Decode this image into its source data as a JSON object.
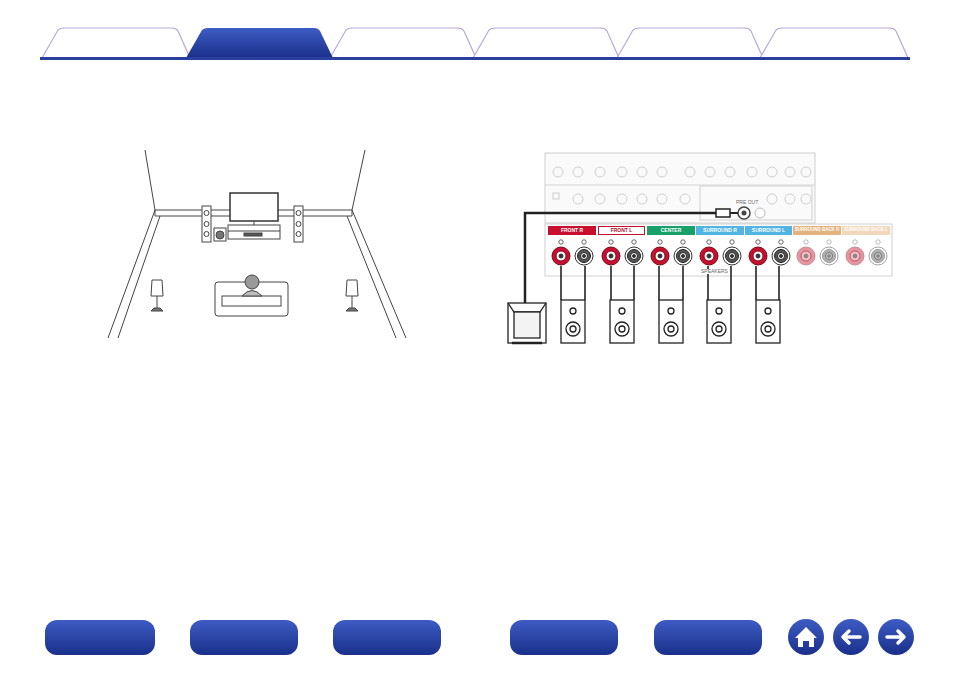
{
  "diagram": {
    "nodes": [
      {
        "text": [
          "FRONT R"
        ]
      },
      {
        "text": [
          "FRONT L"
        ]
      },
      {
        "text": [
          "CENTER"
        ]
      },
      {
        "text": [
          "SURROUND R"
        ]
      },
      {
        "text": [
          "SURROUND L"
        ]
      },
      {
        "text": [
          "SURROUND BACK R"
        ]
      },
      {
        "text": [
          "SURROUND BACK L"
        ]
      }
    ],
    "labels": [
      "PRE OUT",
      "SPEAKERS"
    ]
  }
}
